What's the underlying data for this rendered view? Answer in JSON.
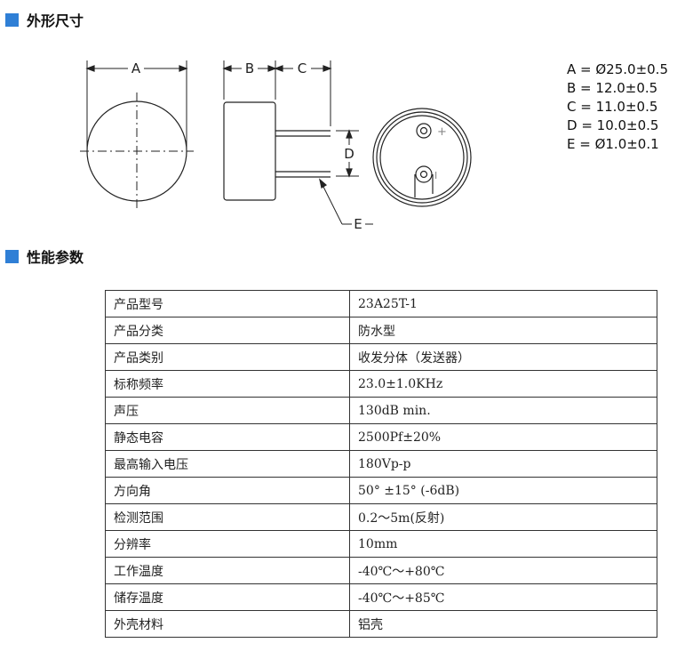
{
  "sections": {
    "outline_title": "外形尺寸",
    "performance_title": "性能参数"
  },
  "drawing_labels": {
    "a": "A",
    "b": "B",
    "c": "C",
    "d": "D",
    "e": "E",
    "plus": "+",
    "minus": "I"
  },
  "dimensions": [
    "A = Ø25.0±0.5",
    "B = 12.0±0.5",
    "C = 11.0±0.5",
    "D = 10.0±0.5",
    "E = Ø1.0±0.1"
  ],
  "specs": [
    {
      "key": "产品型号",
      "value": "23A25T-1"
    },
    {
      "key": "产品分类",
      "value": "防水型"
    },
    {
      "key": "产品类别",
      "value": "收发分体（发送器）"
    },
    {
      "key": "标称频率",
      "value": "23.0±1.0KHz"
    },
    {
      "key": "声压",
      "value": "130dB min."
    },
    {
      "key": "静态电容",
      "value": "2500Pf±20%"
    },
    {
      "key": "最高输入电压",
      "value": "180Vp-p"
    },
    {
      "key": "方向角",
      "value": "50° ±15° (-6dB)"
    },
    {
      "key": "检测范围",
      "value": "0.2～5m(反射)"
    },
    {
      "key": "分辨率",
      "value": "10mm"
    },
    {
      "key": "工作温度",
      "value": "-40℃～+80℃"
    },
    {
      "key": "储存温度",
      "value": "-40℃～+85℃"
    },
    {
      "key": "外壳材料",
      "value": "铝壳"
    }
  ],
  "colors": {
    "accent": "#2f7fd6"
  }
}
